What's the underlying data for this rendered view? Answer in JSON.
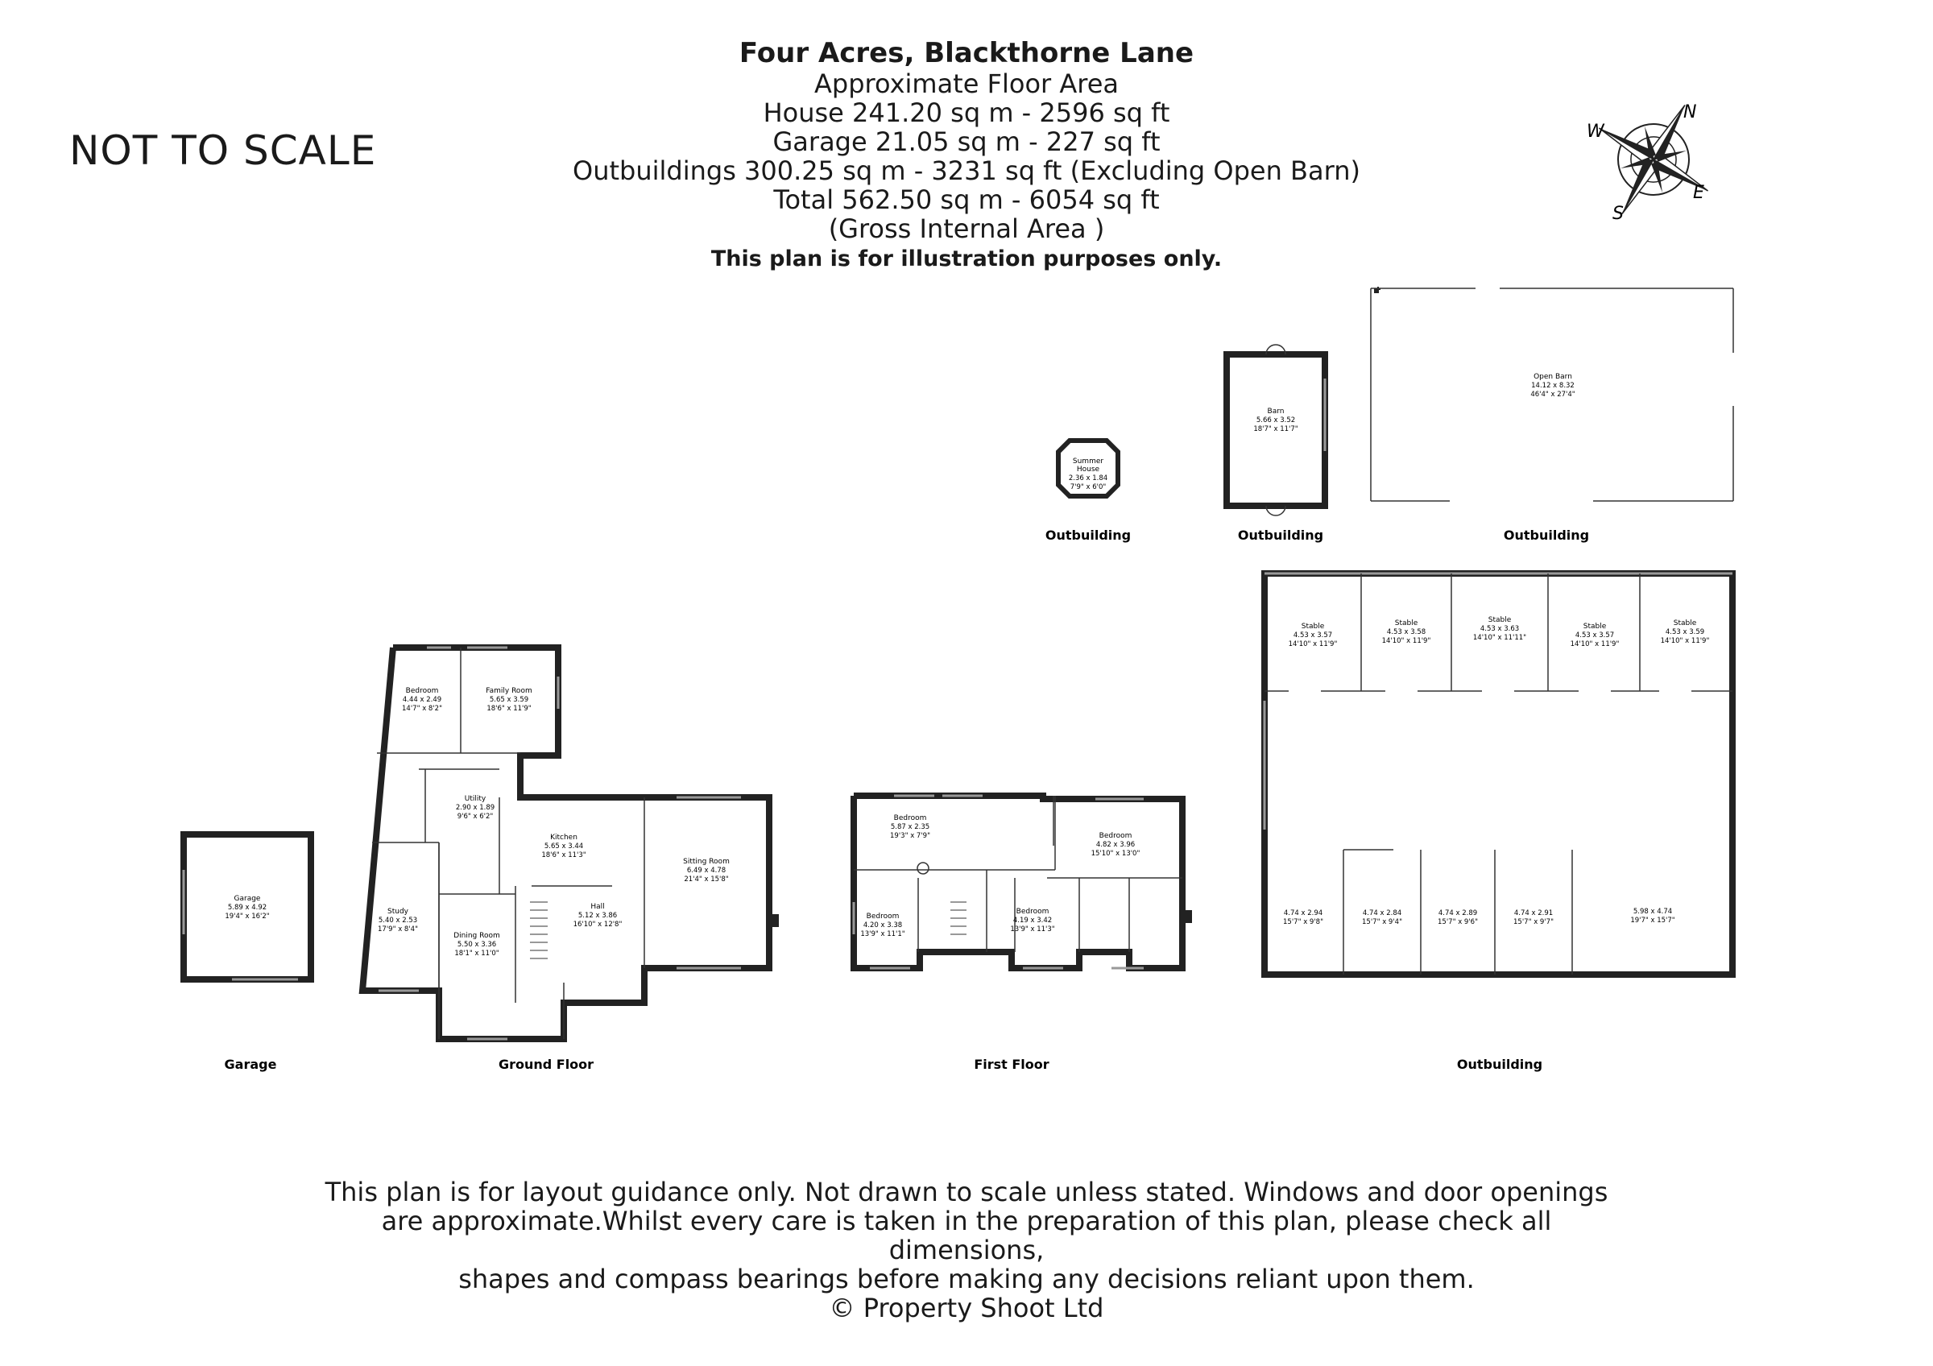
{
  "header": {
    "title": "Four Acres, Blackthorne Lane",
    "lines": [
      "Approximate Floor Area",
      "House 241.20 sq m - 2596 sq ft",
      "Garage 21.05 sq m - 227 sq ft",
      "Outbuildings 300.25 sq m - 3231 sq ft (Excluding Open Barn)",
      "Total 562.50 sq m - 6054 sq ft",
      "(Gross Internal Area )"
    ],
    "note": "This plan is for illustration purposes only."
  },
  "not_to_scale": "NOT TO SCALE",
  "compass": {
    "n": "N",
    "e": "E",
    "s": "S",
    "w": "W"
  },
  "labels": {
    "garage": "Garage",
    "ground_floor": "Ground Floor",
    "first_floor": "First Floor",
    "outbuilding": "Outbuilding"
  },
  "rooms": {
    "garage": {
      "name": "Garage",
      "dim": "5.89 x 4.92",
      "imp": "19'4\" x 16'2\""
    },
    "bedroom_gf": {
      "name": "Bedroom",
      "dim": "4.44 x 2.49",
      "imp": "14'7\" x 8'2\""
    },
    "family_room": {
      "name": "Family Room",
      "dim": "5.65 x 3.59",
      "imp": "18'6\" x 11'9\""
    },
    "utility": {
      "name": "Utility",
      "dim": "2.90 x 1.89",
      "imp": "9'6\" x 6'2\""
    },
    "kitchen": {
      "name": "Kitchen",
      "dim": "5.65 x 3.44",
      "imp": "18'6\" x 11'3\""
    },
    "sitting_room": {
      "name": "Sitting Room",
      "dim": "6.49 x 4.78",
      "imp": "21'4\" x 15'8\""
    },
    "study": {
      "name": "Study",
      "dim": "5.40 x 2.53",
      "imp": "17'9\" x 8'4\""
    },
    "dining_room": {
      "name": "Dining Room",
      "dim": "5.50 x 3.36",
      "imp": "18'1\" x 11'0\""
    },
    "hall": {
      "name": "Hall",
      "dim": "5.12 x 3.86",
      "imp": "16'10\" x 12'8\""
    },
    "bed_ff1": {
      "name": "Bedroom",
      "dim": "5.87 x 2.35",
      "imp": "19'3\" x 7'9\""
    },
    "bed_ff2": {
      "name": "Bedroom",
      "dim": "4.82 x 3.96",
      "imp": "15'10\" x 13'0\""
    },
    "bed_ff3": {
      "name": "Bedroom",
      "dim": "4.20 x 3.38",
      "imp": "13'9\" x 11'1\""
    },
    "bed_ff4": {
      "name": "Bedroom",
      "dim": "4.19 x 3.42",
      "imp": "13'9\" x 11'3\""
    },
    "summer_house": {
      "name": "Summer",
      "name2": "House",
      "dim": "2.36 x 1.84",
      "imp": "7'9\" x 6'0\""
    },
    "barn": {
      "name": "Barn",
      "dim": "5.66 x 3.52",
      "imp": "18'7\" x 11'7\""
    },
    "open_barn": {
      "name": "Open Barn",
      "dim": "14.12 x 8.32",
      "imp": "46'4\" x 27'4\""
    },
    "stable1": {
      "name": "Stable",
      "dim": "4.53 x 3.57",
      "imp": "14'10\" x 11'9\""
    },
    "stable2": {
      "name": "Stable",
      "dim": "4.53 x 3.58",
      "imp": "14'10\" x 11'9\""
    },
    "stable3": {
      "name": "Stable",
      "dim": "4.53 x 3.63",
      "imp": "14'10\" x 11'11\""
    },
    "stable4": {
      "name": "Stable",
      "dim": "4.53 x 3.57",
      "imp": "14'10\" x 11'9\""
    },
    "stable5": {
      "name": "Stable",
      "dim": "4.53 x 3.59",
      "imp": "14'10\" x 11'9\""
    },
    "bay1": {
      "dim": "4.74 x 2.94",
      "imp": "15'7\" x 9'8\""
    },
    "bay2": {
      "dim": "4.74 x 2.84",
      "imp": "15'7\" x 9'4\""
    },
    "bay3": {
      "dim": "4.74 x 2.89",
      "imp": "15'7\" x 9'6\""
    },
    "bay4": {
      "dim": "4.74 x 2.91",
      "imp": "15'7\" x 9'7\""
    },
    "bay5": {
      "dim": "5.98 x 4.74",
      "imp": "19'7\" x 15'7\""
    }
  },
  "footer": {
    "lines": [
      "This plan is for layout guidance only. Not drawn to scale unless stated. Windows and door openings",
      "are approximate.Whilst every care is taken in the preparation of this plan, please check all dimensions,",
      "shapes and compass bearings before making any decisions reliant upon them."
    ],
    "copyright": "© Property Shoot Ltd"
  }
}
